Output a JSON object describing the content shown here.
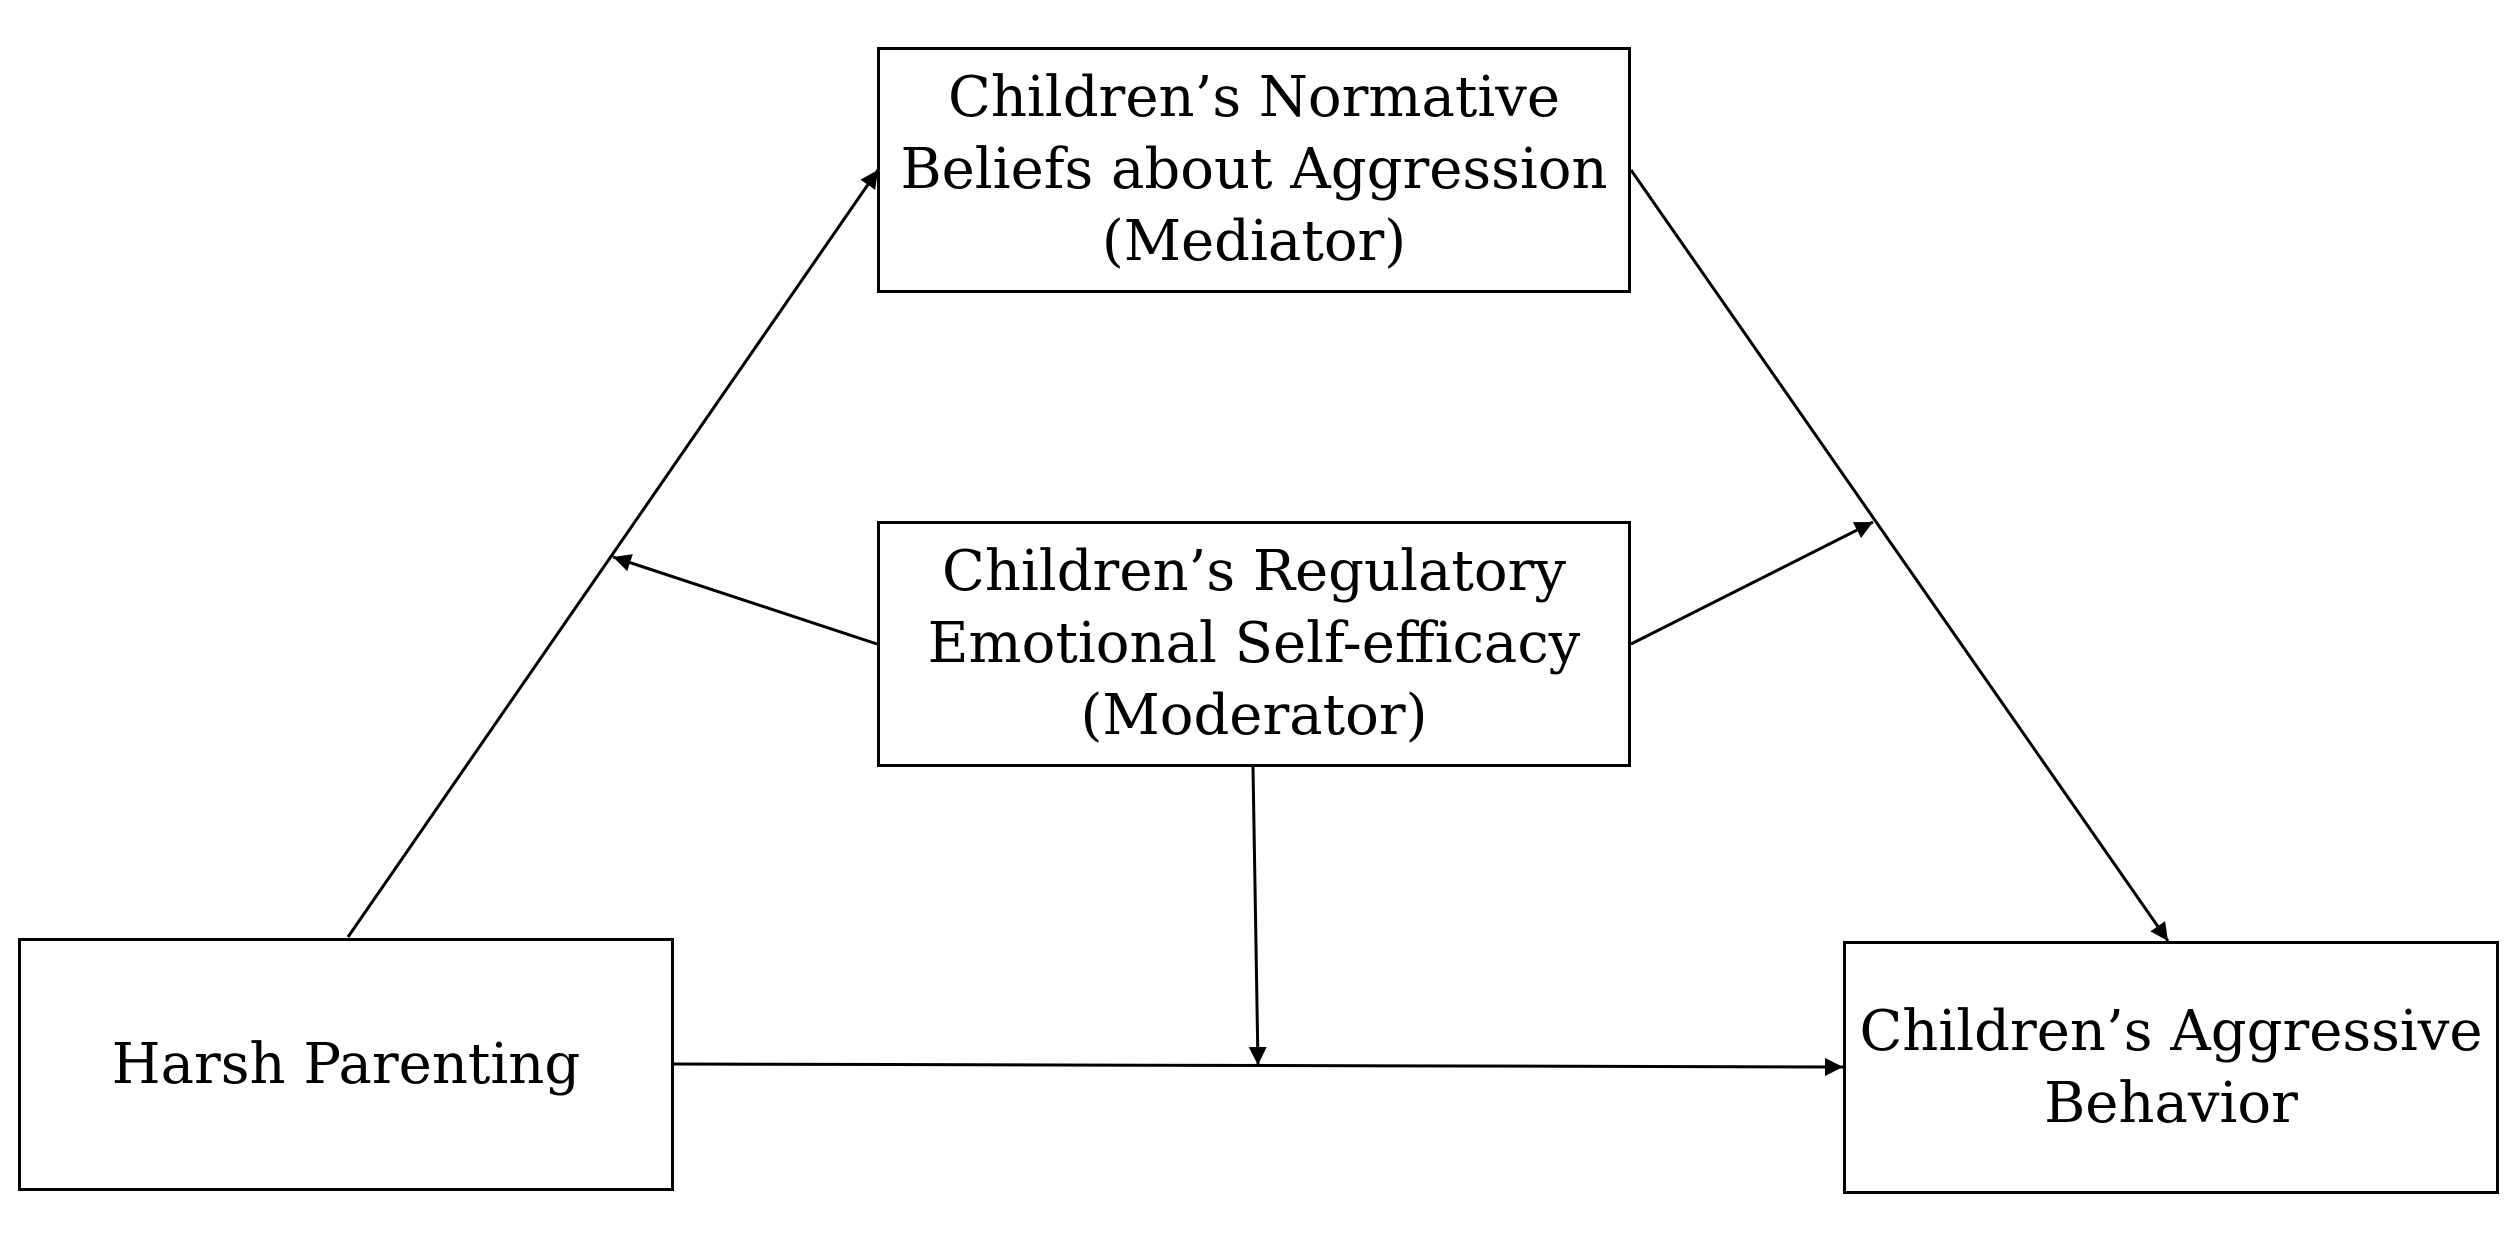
{
  "nodes": {
    "mediator": {
      "lines": [
        "Children’s Normative",
        "Beliefs about Aggression",
        "(Mediator)"
      ]
    },
    "moderator": {
      "lines": [
        "Children’s Regulatory",
        "Emotional Self-efficacy",
        "(Moderator)"
      ]
    },
    "predictor": {
      "lines": [
        "Harsh Parenting"
      ]
    },
    "outcome": {
      "lines": [
        "Children’s Aggressive",
        "Behavior"
      ]
    }
  },
  "edges": [
    {
      "from": "predictor",
      "to": "mediator"
    },
    {
      "from": "mediator",
      "to": "outcome"
    },
    {
      "from": "predictor",
      "to": "outcome"
    },
    {
      "from": "moderator",
      "to": "predictor-mediator path"
    },
    {
      "from": "moderator",
      "to": "mediator-outcome path"
    },
    {
      "from": "moderator",
      "to": "predictor-outcome path"
    }
  ],
  "colors": {
    "stroke": "#000000",
    "background": "#ffffff"
  }
}
